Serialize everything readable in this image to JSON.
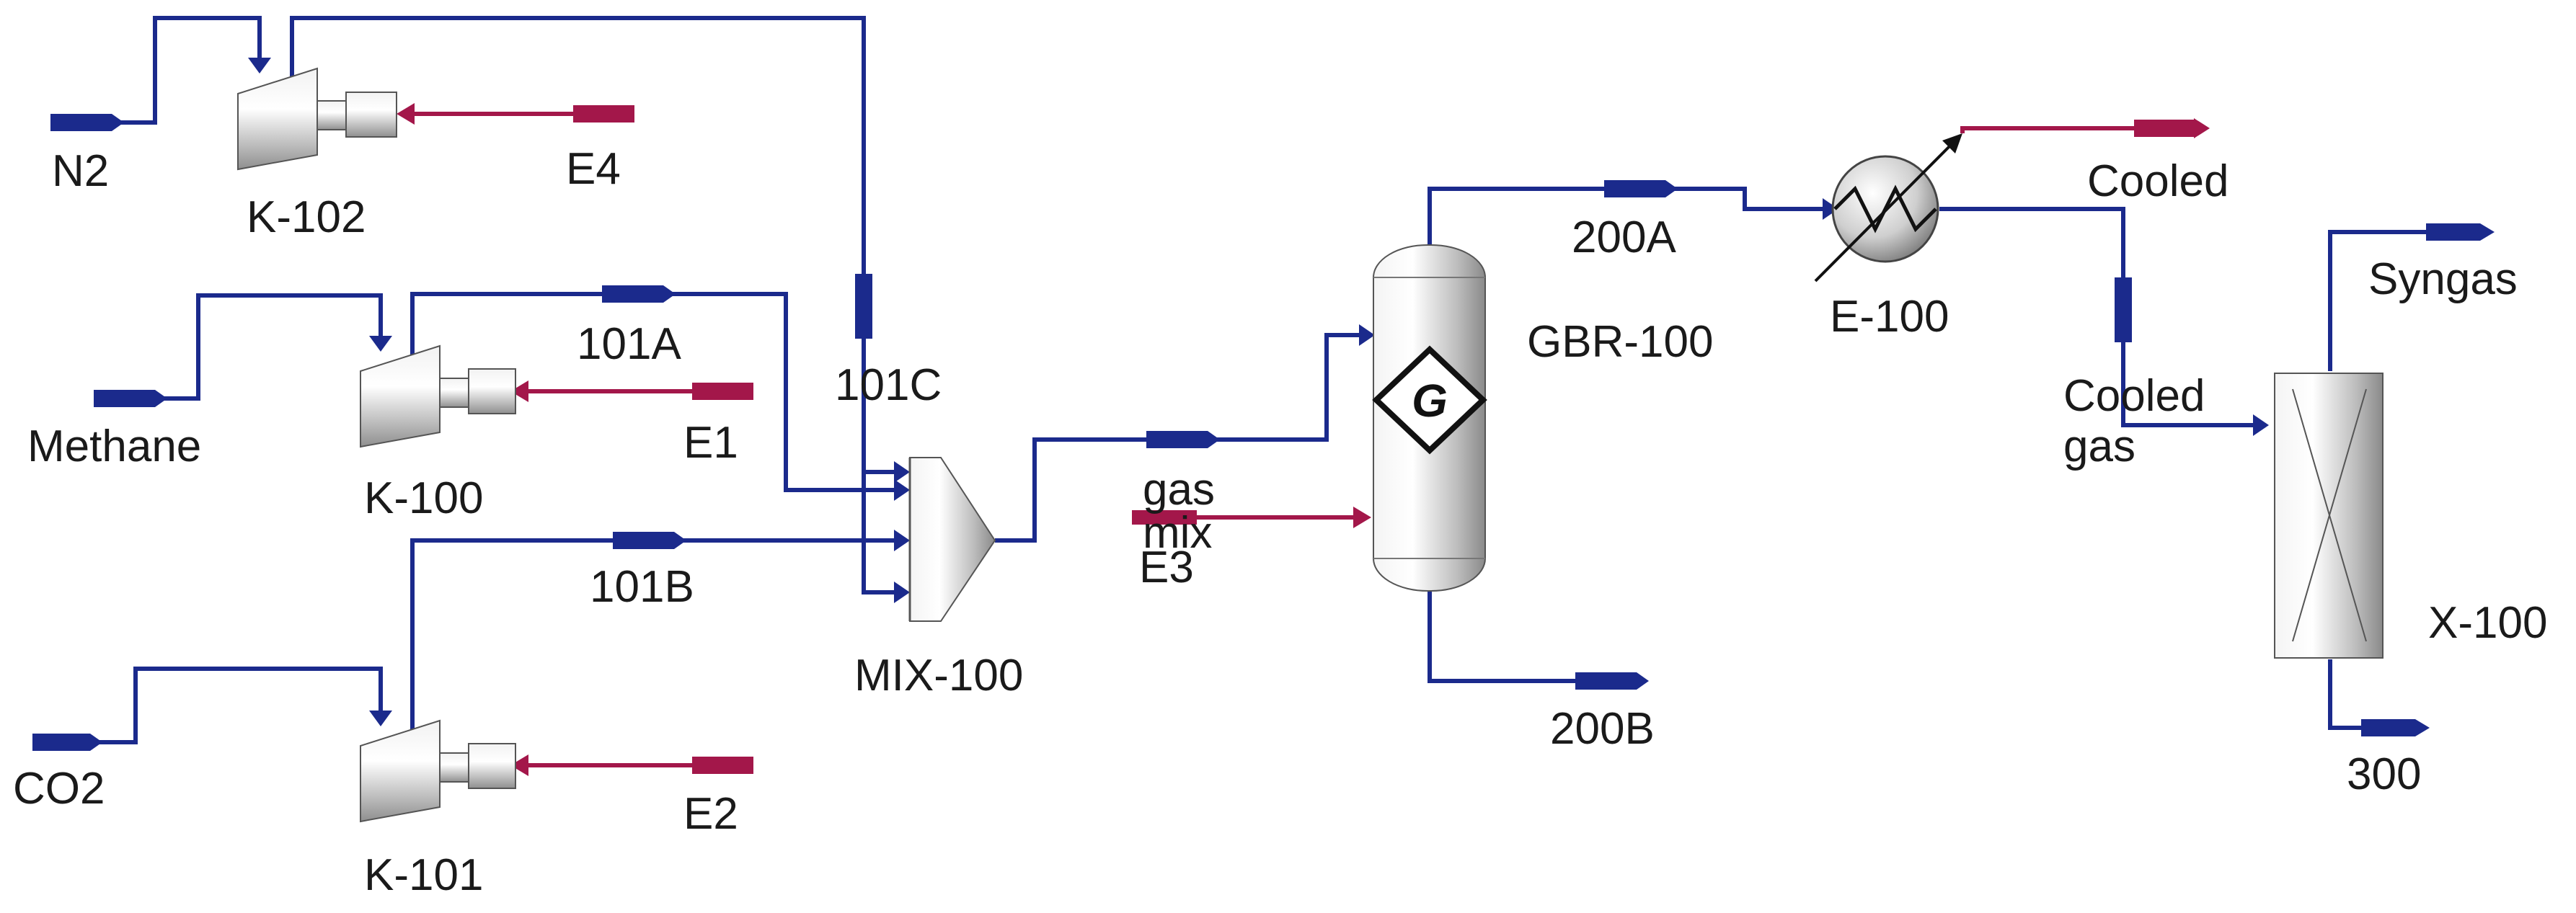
{
  "diagram": {
    "title": "",
    "colors": {
      "material_stream": "#1b2a8c",
      "energy_stream": "#a3174a",
      "unit_body": "#c8c8c8"
    },
    "units": {
      "k102": "K-102",
      "k100": "K-100",
      "k101": "K-101",
      "mix100": "MIX-100",
      "gbr100": "GBR-100",
      "gbr_symbol": "G",
      "e100": "E-100",
      "x100": "X-100"
    },
    "streams": {
      "n2": "N2",
      "methane": "Methane",
      "co2": "CO2",
      "s101a": "101A",
      "s101b": "101B",
      "s101c": "101C",
      "gas_mix_line1": "gas",
      "gas_mix_line2": "mix",
      "s200a": "200A",
      "s200b": "200B",
      "cooled": "Cooled",
      "cooled_gas_line1": "Cooled",
      "cooled_gas_line2": "gas",
      "syngas": "Syngas",
      "s300": "300"
    },
    "energy_streams": {
      "e1": "E1",
      "e2": "E2",
      "e3": "E3",
      "e4": "E4"
    }
  }
}
